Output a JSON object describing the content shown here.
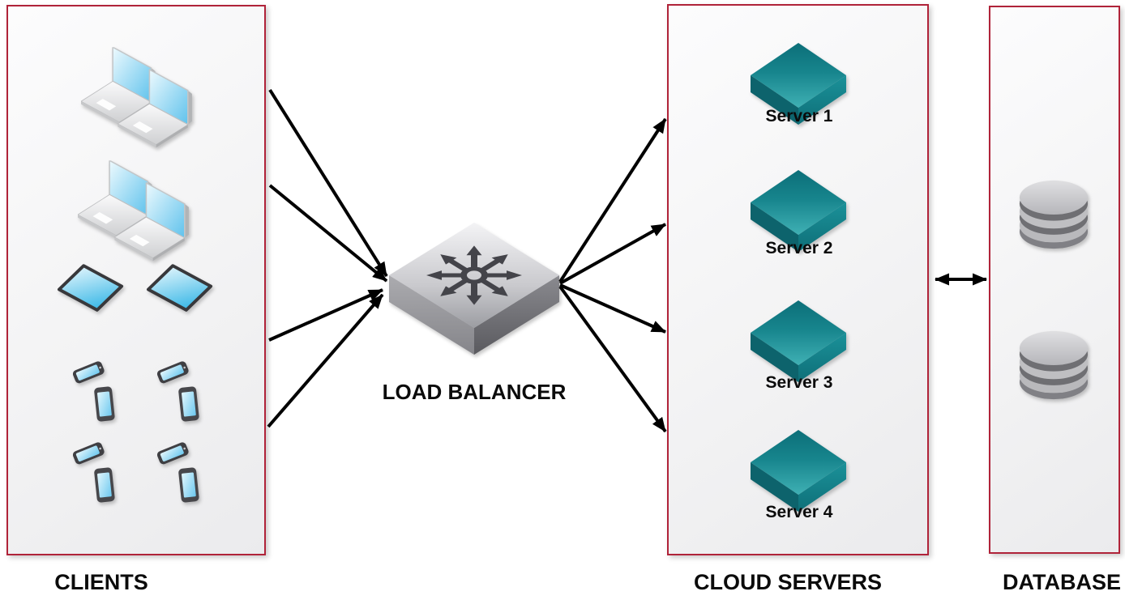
{
  "diagram": {
    "clients": {
      "label": "CLIENTS",
      "devices": {
        "laptops": 4,
        "tablets": 2,
        "smartphones": 8
      }
    },
    "load_balancer": {
      "label": "LOAD BALANCER"
    },
    "cloud_servers": {
      "label": "CLOUD SERVERS",
      "servers": [
        {
          "label": "Server 1"
        },
        {
          "label": "Server 2"
        },
        {
          "label": "Server 3"
        },
        {
          "label": "Server 4"
        }
      ]
    },
    "database": {
      "label": "DATABASE",
      "cylinders": 2
    },
    "colors": {
      "panel_border": "#b02339",
      "panel_background": "#f3f3f4",
      "server_teal": "#17858d",
      "device_screen_blue": "#5fc2ec",
      "load_balancer_gray": "#c9c9cd",
      "arrow": "#000000",
      "label_text": "#0b0b0b"
    },
    "connections": {
      "clients_to_lb": [
        [
          333,
          111,
          477,
          341
        ],
        [
          333,
          229,
          477,
          347
        ],
        [
          332,
          420,
          472,
          358
        ],
        [
          331,
          527,
          472,
          364
        ]
      ],
      "lb_to_servers": [
        [
          691,
          348,
          821,
          147
        ],
        [
          691,
          350,
          821,
          277
        ],
        [
          691,
          352,
          821,
          410
        ],
        [
          691,
          354,
          821,
          533
        ]
      ],
      "servers_database": [
        1154,
        345,
        1217,
        345
      ]
    }
  }
}
